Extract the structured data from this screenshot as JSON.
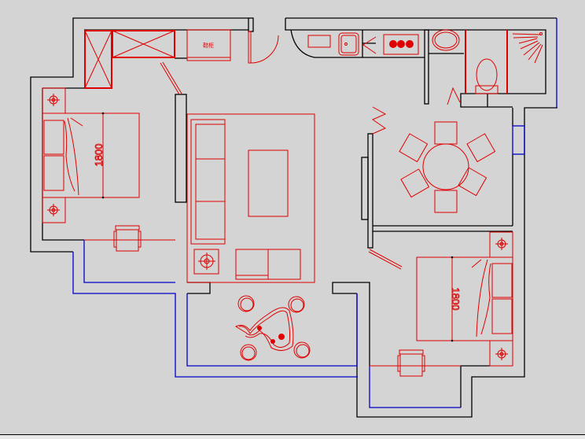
{
  "drawing": {
    "cabinet_label": "鞋柜",
    "bed_left_dimension": "1800",
    "bed_right_dimension": "1800"
  },
  "colors": {
    "background": "#d4d4d4",
    "walls": "#000000",
    "windows": "#0000c8",
    "furniture": "#e00000"
  }
}
